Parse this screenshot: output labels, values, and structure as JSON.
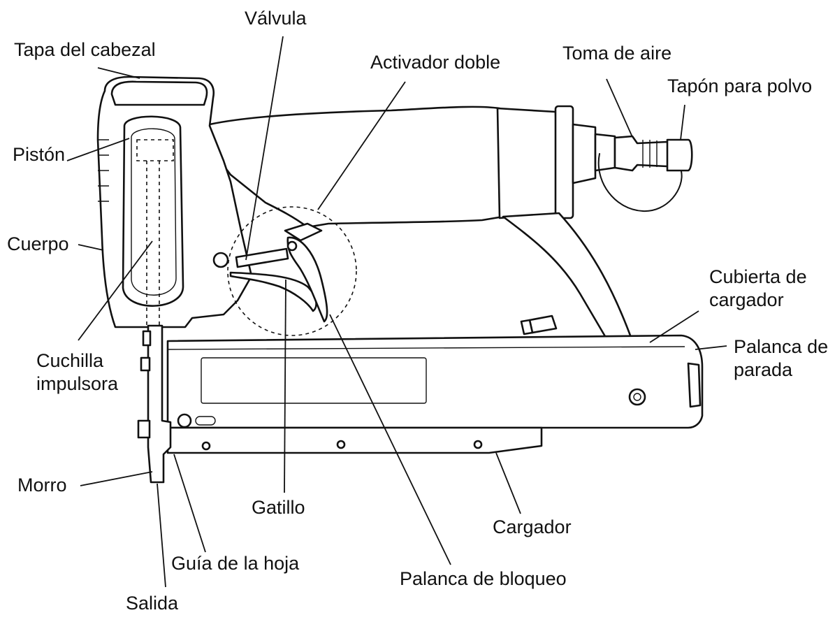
{
  "colors": {
    "line": "#111111",
    "background": "#ffffff"
  },
  "labels": {
    "tapa_cabezal": "Tapa del cabezal",
    "valvula": "Válvula",
    "activador_doble": "Activador doble",
    "toma_aire": "Toma de aire",
    "tapon_polvo": "Tapón para polvo",
    "piston": "Pistón",
    "cuerpo": "Cuerpo",
    "cubierta_cargador_l1": "Cubierta de",
    "cubierta_cargador_l2": "cargador",
    "palanca_parada_l1": "Palanca de",
    "palanca_parada_l2": "parada",
    "cuchilla_l1": "Cuchilla",
    "cuchilla_l2": "impulsora",
    "morro": "Morro",
    "gatillo": "Gatillo",
    "cargador": "Cargador",
    "guia_hoja": "Guía de la hoja",
    "palanca_bloqueo": "Palanca de bloqueo",
    "salida": "Salida"
  }
}
